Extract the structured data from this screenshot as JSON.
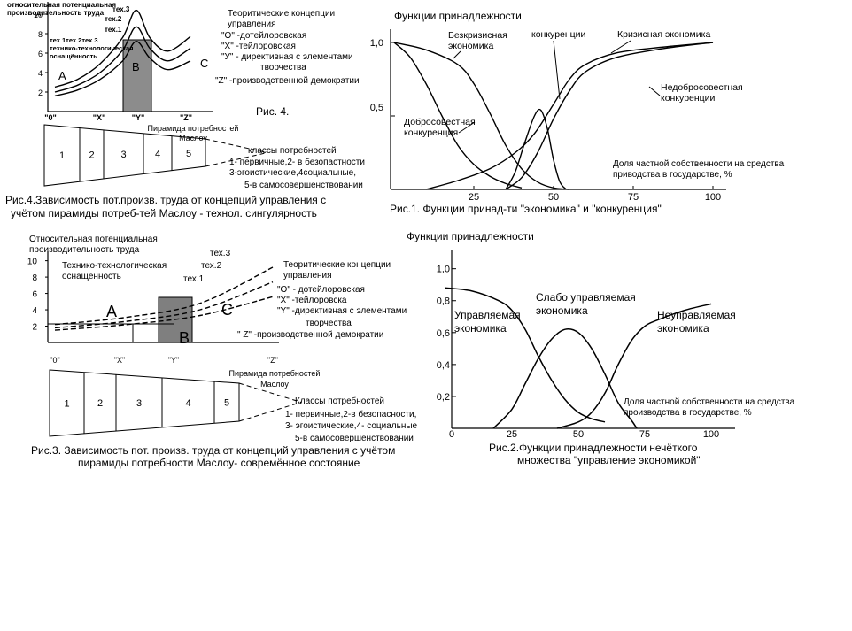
{
  "chart_data": [
    {
      "id": "fig1",
      "type": "line",
      "title": "Функции принадлежности",
      "caption": "Рис.1. Функции принад-ти \"экономика\" и \"конкуренция\"",
      "x_note": [
        "Доля частной собственности на средства",
        "приводства в государстве, %"
      ],
      "xlim": [
        0,
        100
      ],
      "ylim": [
        0,
        1
      ],
      "x_ticks": [
        "25",
        "50",
        "75",
        "100"
      ],
      "y_ticks": [
        "0,5",
        "1,0"
      ],
      "series": [
        {
          "name": "Безкризисная экономика",
          "points": [
            [
              0,
              1.0
            ],
            [
              10,
              0.95
            ],
            [
              20,
              0.85
            ],
            [
              25,
              0.72
            ],
            [
              30,
              0.52
            ],
            [
              35,
              0.3
            ],
            [
              40,
              0.14
            ],
            [
              45,
              0.05
            ],
            [
              50,
              0.01
            ],
            [
              55,
              0.0
            ]
          ]
        },
        {
          "name": "Добросовестная конкуренция",
          "points": [
            [
              0,
              1.0
            ],
            [
              5,
              0.9
            ],
            [
              10,
              0.72
            ],
            [
              15,
              0.5
            ],
            [
              20,
              0.3
            ],
            [
              25,
              0.17
            ],
            [
              30,
              0.09
            ],
            [
              35,
              0.04
            ],
            [
              40,
              0.01
            ]
          ]
        },
        {
          "name": "конкуренции",
          "points": [
            [
              35,
              0.0
            ],
            [
              38,
              0.12
            ],
            [
              41,
              0.32
            ],
            [
              44,
              0.5
            ],
            [
              46,
              0.54
            ],
            [
              48,
              0.42
            ],
            [
              50,
              0.2
            ],
            [
              52,
              0.05
            ],
            [
              54,
              0.0
            ]
          ]
        },
        {
          "name": "Кризисная экономика",
          "points": [
            [
              35,
              0.0
            ],
            [
              40,
              0.08
            ],
            [
              45,
              0.25
            ],
            [
              50,
              0.48
            ],
            [
              55,
              0.67
            ],
            [
              60,
              0.8
            ],
            [
              70,
              0.9
            ],
            [
              85,
              0.96
            ],
            [
              100,
              1.0
            ]
          ]
        },
        {
          "name": "Недобросовестная конкуренции",
          "points": [
            [
              10,
              0.0
            ],
            [
              20,
              0.06
            ],
            [
              30,
              0.14
            ],
            [
              38,
              0.25
            ],
            [
              44,
              0.38
            ],
            [
              50,
              0.58
            ],
            [
              55,
              0.75
            ],
            [
              60,
              0.85
            ],
            [
              70,
              0.93
            ],
            [
              85,
              0.97
            ],
            [
              100,
              1.0
            ]
          ]
        }
      ]
    },
    {
      "id": "fig2",
      "type": "line",
      "title": "Функции принадлежности",
      "caption": [
        "Рис.2.Функции принадлежности нечёткого",
        "множества \"управление экономикой\""
      ],
      "x_note": [
        "Доля частной собственности на средства",
        "производства в государстве, %"
      ],
      "xlim": [
        0,
        100
      ],
      "ylim": [
        0,
        1
      ],
      "x_ticks": [
        "0",
        "25",
        "50",
        "75",
        "100"
      ],
      "y_ticks": [
        "0,2",
        "0,4",
        "0,6",
        "0,8",
        "1,0"
      ],
      "series": [
        {
          "name": "Управляемая экономика",
          "points": [
            [
              0,
              0.88
            ],
            [
              10,
              0.86
            ],
            [
              20,
              0.8
            ],
            [
              25,
              0.74
            ],
            [
              30,
              0.62
            ],
            [
              35,
              0.45
            ],
            [
              40,
              0.3
            ],
            [
              45,
              0.18
            ],
            [
              50,
              0.1
            ],
            [
              55,
              0.06
            ],
            [
              60,
              0.04
            ]
          ]
        },
        {
          "name": "Слабо управляемая экономика",
          "points": [
            [
              18,
              0.0
            ],
            [
              25,
              0.12
            ],
            [
              30,
              0.28
            ],
            [
              35,
              0.44
            ],
            [
              40,
              0.56
            ],
            [
              45,
              0.62
            ],
            [
              50,
              0.6
            ],
            [
              55,
              0.5
            ],
            [
              60,
              0.34
            ],
            [
              65,
              0.16
            ],
            [
              70,
              0.05
            ],
            [
              72,
              0.0
            ]
          ]
        },
        {
          "name": "Неуправляемая экономика",
          "points": [
            [
              42,
              0.0
            ],
            [
              50,
              0.04
            ],
            [
              55,
              0.1
            ],
            [
              60,
              0.22
            ],
            [
              65,
              0.4
            ],
            [
              70,
              0.55
            ],
            [
              75,
              0.64
            ],
            [
              80,
              0.68
            ],
            [
              90,
              0.74
            ],
            [
              100,
              0.78
            ]
          ]
        }
      ]
    },
    {
      "id": "fig3",
      "type": "line",
      "ylabel": [
        "Относительная потенциальная",
        "производительность труда"
      ],
      "caption": [
        "Рис.3. Зависимость пот. произв. труда от концепций управления с учётом",
        "пирамиды потребности Маслоу- совремённое состояние"
      ],
      "x_ticks": [
        "\"0\"",
        "\"X\"",
        "\"Y\"",
        "\"Z\""
      ],
      "y_ticks": [
        "2",
        "4",
        "6",
        "8",
        "10"
      ],
      "ylim": [
        0,
        10
      ],
      "region_labels": [
        "A",
        "B",
        "C"
      ],
      "inner_label": [
        "Технико-технологическая",
        "оснащённость"
      ],
      "legend_title": [
        "Теоритические концепции",
        "управления"
      ],
      "legend_lines": [
        "\"O\" - дотейлоровская",
        "\"X\" -тейлоровска",
        "\"Y\" -директивная с элементами",
        "творчества",
        "\" Z\" -производственной  демократии"
      ],
      "series": [
        {
          "name": "тех.1",
          "points": [
            [
              0,
              1.5
            ],
            [
              1,
              2.2
            ],
            [
              2,
              3.3
            ],
            [
              3,
              5.6
            ]
          ]
        },
        {
          "name": "тех.2",
          "points": [
            [
              0,
              1.8
            ],
            [
              1,
              2.6
            ],
            [
              2,
              4.0
            ],
            [
              3,
              7.4
            ]
          ]
        },
        {
          "name": "тех.3",
          "points": [
            [
              0,
              2.2
            ],
            [
              1,
              3.1
            ],
            [
              2,
              4.8
            ],
            [
              3,
              9.2
            ]
          ]
        }
      ],
      "pyramid": {
        "title": [
          "Пирамида потребностей",
          "Маслоу"
        ],
        "sections": [
          "1",
          "2",
          "3",
          "4",
          "5"
        ],
        "legend": [
          "Классы потребностей",
          "1- первичные,2-в безопасности,",
          "3- эгоистические,4- социальные",
          "5-в самосовершенствовании"
        ]
      }
    },
    {
      "id": "fig4",
      "type": "line",
      "ylabel": [
        "относительная потенциальная",
        "производительность труда"
      ],
      "caption": [
        "Рис.4.Зависимость пот.произв. труда от концепций управления с",
        "учётом пирамиды потреб-тей Маслоу -  технол. сингулярность"
      ],
      "fig_label": "Рис. 4.",
      "x_ticks": [
        "\"0\"",
        "\"X\"",
        "\"Y\"",
        "\"Z\""
      ],
      "y_ticks": [
        "2",
        "4",
        "6",
        "8",
        "10"
      ],
      "ylim": [
        0,
        11
      ],
      "region_labels": [
        "A",
        "B",
        "C"
      ],
      "inner_label": [
        "тех  1тех 2тех 3",
        "технико-технологическая",
        "оснащённость"
      ],
      "legend_title": [
        "Теоритические концепции",
        "управления"
      ],
      "legend_lines": [
        "\"О\" -дотейлоровская",
        "\"Х\" -тейлоровская",
        "\"У\" - директивная с элементами",
        "творчества",
        "\"Z\" -производственной демократии"
      ],
      "series": [
        {
          "name": "тех 1",
          "points": [
            [
              0,
              1.6
            ],
            [
              0.5,
              2.2
            ],
            [
              1,
              3.3
            ],
            [
              1.5,
              5.2
            ],
            [
              1.8,
              7.2
            ],
            [
              2.1,
              5.5
            ],
            [
              2.5,
              4.3
            ],
            [
              3,
              5.2
            ]
          ]
        },
        {
          "name": "тех 2",
          "points": [
            [
              0,
              2.0
            ],
            [
              0.5,
              2.7
            ],
            [
              1,
              4.0
            ],
            [
              1.5,
              6.3
            ],
            [
              1.8,
              8.7
            ],
            [
              2.1,
              6.5
            ],
            [
              2.5,
              5.2
            ],
            [
              3,
              6.5
            ]
          ]
        },
        {
          "name": "тех 3",
          "points": [
            [
              0,
              2.5
            ],
            [
              0.5,
              3.3
            ],
            [
              1,
              4.9
            ],
            [
              1.5,
              7.6
            ],
            [
              1.8,
              10.4
            ],
            [
              2.1,
              7.6
            ],
            [
              2.5,
              6.2
            ],
            [
              3,
              7.7
            ]
          ]
        }
      ],
      "pyramid": {
        "title": [
          "Пирамида потребностей",
          "Маслоу"
        ],
        "sections": [
          "1",
          "2",
          "3",
          "4",
          "5"
        ],
        "legend": [
          "классы потребностей",
          "1- первичные,2- в безопастности",
          "3-эгоистические,4социальные,",
          "5-в самосовершенствовании"
        ]
      }
    }
  ]
}
